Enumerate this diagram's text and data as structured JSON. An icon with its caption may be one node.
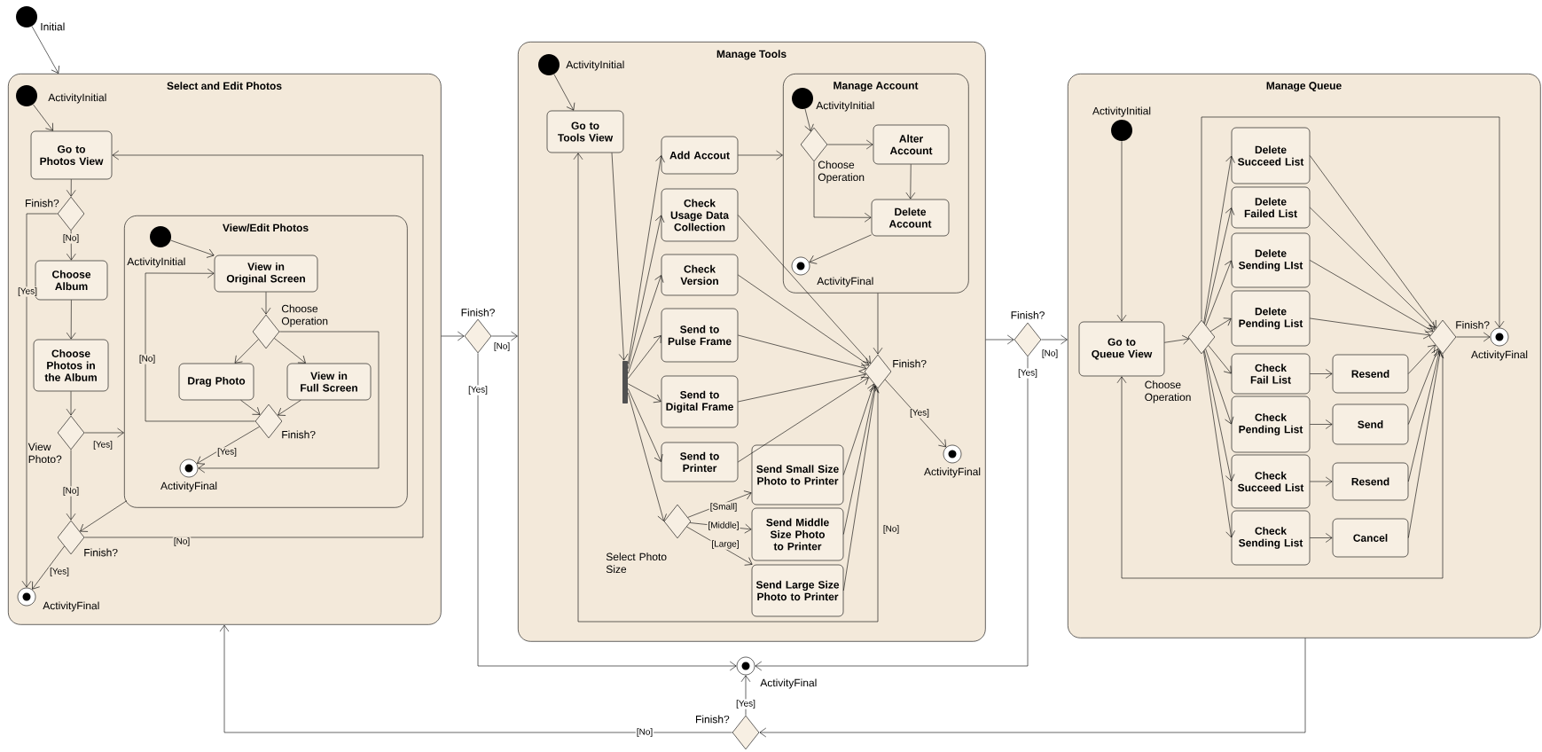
{
  "diagram": {
    "nodes": [
      {
        "text": [],
        "shape": "circle",
        "beside": [
          "Initial"
        ]
      },
      {
        "text": [
          "Select and Edit Photos"
        ]
      },
      {
        "text": [],
        "shape": "circle",
        "beside": [
          "ActivityInitial"
        ],
        "in": 1
      },
      {
        "text": [
          "Go to Photos View"
        ],
        "in": 1
      },
      {
        "text": [],
        "shape": "diamond",
        "beside": [
          "Finish?"
        ],
        "in": 1
      },
      {
        "text": [
          "Choose Album"
        ],
        "in": 1
      },
      {
        "text": [
          "Choose Photos in the Album"
        ],
        "in": 1
      },
      {
        "text": [],
        "shape": "diamond",
        "beside": [
          "View Photo?"
        ],
        "in": 1
      },
      {
        "text": [
          "View/Edit Photos"
        ],
        "in": 1
      },
      {
        "text": [],
        "shape": "circle",
        "beside": [
          "ActivityInitial"
        ],
        "in": 8
      },
      {
        "text": [
          "View in Original Screen"
        ],
        "in": 8
      },
      {
        "text": [],
        "shape": "diamond",
        "beside": [
          "Choose Operation"
        ],
        "in": 8
      },
      {
        "text": [
          "Drag Photo"
        ],
        "in": 8
      },
      {
        "text": [
          "View in Full Screen"
        ],
        "in": 8
      },
      {
        "text": [],
        "shape": "diamond",
        "beside": [
          "Finish?"
        ],
        "in": 8
      },
      {
        "text": [],
        "shape": "bullseye",
        "beside": [
          "ActivityFinal"
        ],
        "in": 8
      },
      {
        "text": [],
        "shape": "diamond",
        "beside": [
          "Finish?"
        ],
        "in": 1
      },
      {
        "text": [],
        "shape": "bullseye",
        "beside": [
          "ActivityFinal"
        ],
        "in": 1
      },
      {
        "text": [],
        "shape": "diamond",
        "beside": [
          "Finish?"
        ]
      },
      {
        "text": [
          "Manage Tools"
        ]
      },
      {
        "text": [],
        "shape": "circle",
        "beside": [
          "ActivityInitial"
        ],
        "in": 19
      },
      {
        "text": [
          "Go to Tools View"
        ],
        "in": 19
      },
      {
        "text": [],
        "shape": "bar",
        "in": 19
      },
      {
        "text": [
          "Add Accout"
        ],
        "in": 19
      },
      {
        "text": [
          "Check Usage Data Collection"
        ],
        "in": 19
      },
      {
        "text": [
          "Check Version"
        ],
        "in": 19
      },
      {
        "text": [
          "Send to Pulse Frame"
        ],
        "in": 19
      },
      {
        "text": [
          "Send to Digital Frame"
        ],
        "in": 19
      },
      {
        "text": [
          "Send to Printer"
        ],
        "in": 19
      },
      {
        "text": [
          "Manage Account"
        ],
        "in": 19
      },
      {
        "text": [],
        "shape": "circle",
        "beside": [
          "ActivityInitial"
        ],
        "in": 29
      },
      {
        "text": [],
        "shape": "diamond",
        "beside": [
          "Choose Operation"
        ],
        "in": 29
      },
      {
        "text": [
          "Alter Account"
        ],
        "in": 29
      },
      {
        "text": [
          "Delete Account"
        ],
        "in": 29
      },
      {
        "text": [],
        "shape": "bullseye",
        "beside": [
          "ActivityFinal"
        ],
        "in": 29
      },
      {
        "text": [],
        "shape": "diamond",
        "beside": [
          "Finish?"
        ],
        "in": 19
      },
      {
        "text": [],
        "shape": "bullseye",
        "beside": [
          "ActivityFinal"
        ],
        "in": 19
      },
      {
        "text": [],
        "shape": "diamond",
        "beside": [
          "Select Photo Size"
        ],
        "in": 19
      },
      {
        "text": [
          "Send Small Size Photo to Printer"
        ],
        "in": 19
      },
      {
        "text": [
          "Send Middle Size Photo to Printer"
        ],
        "in": 19
      },
      {
        "text": [
          "Send Large Size Photo to Printer"
        ],
        "in": 19
      },
      {
        "text": [],
        "shape": "diamond",
        "beside": [
          "Finish?"
        ]
      },
      {
        "text": [
          "Manage Queue"
        ]
      },
      {
        "text": [],
        "shape": "circle",
        "beside": [
          "ActivityInitial"
        ],
        "in": 42
      },
      {
        "text": [
          "Go to Queue View"
        ],
        "in": 42
      },
      {
        "text": [],
        "shape": "diamond",
        "in": 42
      },
      {
        "text": [
          "Delete Succeed List"
        ],
        "in": 42
      },
      {
        "text": [
          "Delete Failed List"
        ],
        "in": 42
      },
      {
        "text": [
          "Delete Sending LIst"
        ],
        "in": 42
      },
      {
        "text": [
          "Delete Pending List"
        ],
        "in": 42
      },
      {
        "text": [
          "Check Fail List"
        ],
        "in": 42
      },
      {
        "text": [
          "Check Pending List"
        ],
        "in": 42
      },
      {
        "text": [
          "Check Succeed List"
        ],
        "in": 42
      },
      {
        "text": [
          "Check Sending List"
        ],
        "in": 42
      },
      {
        "text": [
          "Resend"
        ],
        "in": 42
      },
      {
        "text": [
          "Send"
        ],
        "in": 42
      },
      {
        "text": [
          "Resend"
        ],
        "in": 42
      },
      {
        "text": [
          "Cancel"
        ],
        "in": 42
      },
      {
        "text": [],
        "shape": "diamond",
        "beside": [
          "Finish?"
        ],
        "in": 42
      },
      {
        "text": [],
        "shape": "bullseye",
        "beside": [
          "ActivityFinal"
        ],
        "in": 42
      },
      {
        "text": [],
        "shape": "bullseye",
        "beside": [
          "ActivityFinal"
        ]
      },
      {
        "text": [],
        "shape": "diamond",
        "beside": [
          "Finish?"
        ]
      }
    ],
    "edges": [
      {
        "from": 0,
        "to": 1,
        "arrow": "to"
      },
      {
        "from": 2,
        "to": 3,
        "arrow": "to"
      },
      {
        "from": 3,
        "to": 4,
        "arrow": "to"
      },
      {
        "from": 4,
        "to": 5,
        "arrow": "to",
        "label": "[No]"
      },
      {
        "from": 4,
        "to": 17,
        "arrow": "to",
        "label": "[Yes]"
      },
      {
        "from": 5,
        "to": 6,
        "arrow": "to"
      },
      {
        "from": 6,
        "to": 7,
        "arrow": "to"
      },
      {
        "from": 7,
        "to": 8,
        "arrow": "to",
        "label": "[Yes]"
      },
      {
        "from": 7,
        "to": 16,
        "arrow": "to",
        "label": "[No]"
      },
      {
        "from": 8,
        "to": 16,
        "arrow": "to"
      },
      {
        "from": 16,
        "to": 3,
        "arrow": "to",
        "label": "[No]"
      },
      {
        "from": 16,
        "to": 17,
        "arrow": "to",
        "label": "[Yes]"
      },
      {
        "from": 9,
        "to": 10,
        "arrow": "to"
      },
      {
        "from": 10,
        "to": 11,
        "arrow": "to"
      },
      {
        "from": 11,
        "to": 12,
        "arrow": "to"
      },
      {
        "from": 11,
        "to": 13,
        "arrow": "to"
      },
      {
        "from": 12,
        "to": 14,
        "arrow": "to"
      },
      {
        "from": 13,
        "to": 14,
        "arrow": "to"
      },
      {
        "from": 14,
        "to": 10,
        "arrow": "to",
        "label": "[No]"
      },
      {
        "from": 14,
        "to": 15,
        "arrow": "to",
        "label": "[Yes]"
      },
      {
        "from": 11,
        "to": 15,
        "arrow": "to"
      },
      {
        "from": 1,
        "to": 18,
        "arrow": "to"
      },
      {
        "from": 18,
        "to": 19,
        "arrow": "to",
        "label": "[No]"
      },
      {
        "from": 18,
        "to": 60,
        "arrow": "to",
        "label": "[Yes]"
      },
      {
        "from": 20,
        "to": 21,
        "arrow": "to"
      },
      {
        "from": 21,
        "to": 22,
        "arrow": "to"
      },
      {
        "from": 22,
        "to": 23,
        "arrow": "to"
      },
      {
        "from": 22,
        "to": 24,
        "arrow": "to"
      },
      {
        "from": 22,
        "to": 25,
        "arrow": "to"
      },
      {
        "from": 22,
        "to": 26,
        "arrow": "to"
      },
      {
        "from": 22,
        "to": 27,
        "arrow": "to"
      },
      {
        "from": 22,
        "to": 28,
        "arrow": "to"
      },
      {
        "from": 22,
        "to": 37,
        "arrow": "to"
      },
      {
        "from": 23,
        "to": 29,
        "arrow": "to"
      },
      {
        "from": 30,
        "to": 31,
        "arrow": "to"
      },
      {
        "from": 31,
        "to": 32,
        "arrow": "to"
      },
      {
        "from": 31,
        "to": 33,
        "arrow": "to"
      },
      {
        "from": 32,
        "to": 33,
        "arrow": "to"
      },
      {
        "from": 33,
        "to": 34,
        "arrow": "to"
      },
      {
        "from": 24,
        "to": 35,
        "arrow": "to"
      },
      {
        "from": 25,
        "to": 35,
        "arrow": "to"
      },
      {
        "from": 26,
        "to": 35,
        "arrow": "to"
      },
      {
        "from": 27,
        "to": 35,
        "arrow": "to"
      },
      {
        "from": 28,
        "to": 35,
        "arrow": "to"
      },
      {
        "from": 29,
        "to": 35,
        "arrow": "to"
      },
      {
        "from": 38,
        "to": 35,
        "arrow": "to"
      },
      {
        "from": 39,
        "to": 35,
        "arrow": "to"
      },
      {
        "from": 40,
        "to": 35,
        "arrow": "to"
      },
      {
        "from": 35,
        "to": 36,
        "arrow": "to",
        "label": "[Yes]"
      },
      {
        "from": 35,
        "to": 21,
        "arrow": "to",
        "label": "[No]"
      },
      {
        "from": 37,
        "to": 38,
        "arrow": "to",
        "label": "[Small]"
      },
      {
        "from": 37,
        "to": 39,
        "arrow": "to",
        "label": "[Middle]"
      },
      {
        "from": 37,
        "to": 40,
        "arrow": "to",
        "label": "[Large]"
      },
      {
        "from": 19,
        "to": 41,
        "arrow": "to"
      },
      {
        "from": 41,
        "to": 42,
        "arrow": "to",
        "label": "[No]"
      },
      {
        "from": 41,
        "to": 60,
        "arrow": "to",
        "label": "[Yes]"
      },
      {
        "from": 43,
        "to": 44,
        "arrow": "to"
      },
      {
        "from": 44,
        "to": 45,
        "arrow": "to"
      },
      {
        "from": 45,
        "to": 46,
        "arrow": "to"
      },
      {
        "from": 45,
        "to": 47,
        "arrow": "to"
      },
      {
        "from": 45,
        "to": 48,
        "arrow": "to"
      },
      {
        "from": 45,
        "to": 49,
        "arrow": "to"
      },
      {
        "from": 45,
        "to": 50,
        "arrow": "to"
      },
      {
        "from": 45,
        "to": 51,
        "arrow": "to"
      },
      {
        "from": 45,
        "to": 52,
        "arrow": "to"
      },
      {
        "from": 45,
        "to": 53,
        "arrow": "to"
      },
      {
        "from": 50,
        "to": 54,
        "arrow": "to"
      },
      {
        "from": 51,
        "to": 55,
        "arrow": "to"
      },
      {
        "from": 52,
        "to": 56,
        "arrow": "to"
      },
      {
        "from": 53,
        "to": 57,
        "arrow": "to"
      },
      {
        "from": 46,
        "to": 58,
        "arrow": "to"
      },
      {
        "from": 47,
        "to": 58,
        "arrow": "to"
      },
      {
        "from": 48,
        "to": 58,
        "arrow": "to"
      },
      {
        "from": 49,
        "to": 58,
        "arrow": "to"
      },
      {
        "from": 54,
        "to": 58,
        "arrow": "to"
      },
      {
        "from": 55,
        "to": 58,
        "arrow": "to"
      },
      {
        "from": 56,
        "to": 58,
        "arrow": "to"
      },
      {
        "from": 57,
        "to": 58,
        "arrow": "to"
      },
      {
        "from": 58,
        "to": 59,
        "arrow": "to"
      },
      {
        "from": 45,
        "to": 59,
        "arrow": "to"
      },
      {
        "from": 58,
        "to": 44,
        "arrow": "to"
      },
      {
        "from": 42,
        "to": 61,
        "arrow": "to"
      },
      {
        "from": 61,
        "to": 60,
        "arrow": "to",
        "label": "[Yes]"
      },
      {
        "from": 61,
        "to": 1,
        "arrow": "to",
        "label": "[No]"
      }
    ],
    "labels": [
      "Choose Operation"
    ]
  }
}
